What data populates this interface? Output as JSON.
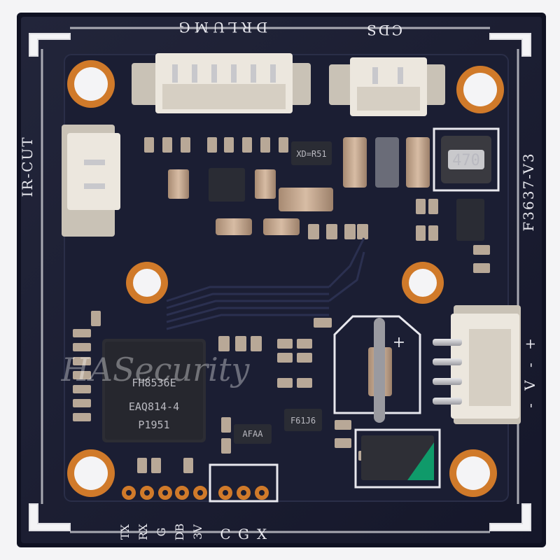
{
  "board": {
    "model": "F3637-V3",
    "connectors": {
      "top_left": "DRLUMG",
      "top_right": "CDS",
      "left": "IR-CUT",
      "right": "- V - +"
    },
    "pins": [
      "TX",
      "RX",
      "G",
      "DB",
      "3V",
      "C",
      "G",
      "X"
    ],
    "chip": {
      "line1": "FH8536E",
      "line2": "EAQ814-4",
      "line3": "P1951"
    },
    "inductor": "470",
    "reg1": "XD=R51",
    "reg2": "F61J6",
    "reg3": "AFAA",
    "diode": "+",
    "watermark": "HASecurity"
  },
  "colors": {
    "pcb": "#1a1c2e",
    "pcb_edge": "#14162a",
    "copper": "#d07a2a",
    "connector": "#e9e4dc",
    "silkscreen": "#e8e8ee",
    "background": "#f4f4f6"
  }
}
